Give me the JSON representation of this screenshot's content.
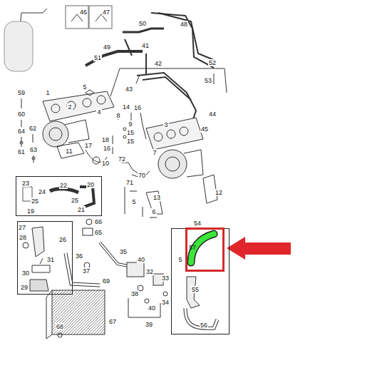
{
  "diagram": {
    "nodes": [
      {
        "text": [
          "22",
          "23",
          "24",
          "20",
          "25",
          "25",
          "21",
          "19"
        ]
      },
      {
        "text": [
          "26",
          "27",
          "28",
          "31",
          "30",
          "29"
        ]
      },
      {
        "text": [
          "54",
          "5",
          "55",
          "56"
        ]
      },
      {
        "text": [
          "57"
        ],
        "in": 2
      }
    ],
    "labels": [
      "46",
      "47",
      "50",
      "48",
      "49",
      "41",
      "51",
      "42",
      "52",
      "43",
      "53",
      "44",
      "45",
      "59",
      "1",
      "5",
      "2",
      "4",
      "60",
      "14",
      "8",
      "16",
      "62",
      "64",
      "9",
      "15",
      "15",
      "3",
      "61",
      "63",
      "11",
      "17",
      "18",
      "16",
      "10",
      "72",
      "7",
      "70",
      "71",
      "12",
      "13",
      "5",
      "6",
      "66",
      "65",
      "35",
      "36",
      "37",
      "69",
      "40",
      "32",
      "33",
      "38",
      "34",
      "40",
      "39",
      "67",
      "68"
    ]
  }
}
